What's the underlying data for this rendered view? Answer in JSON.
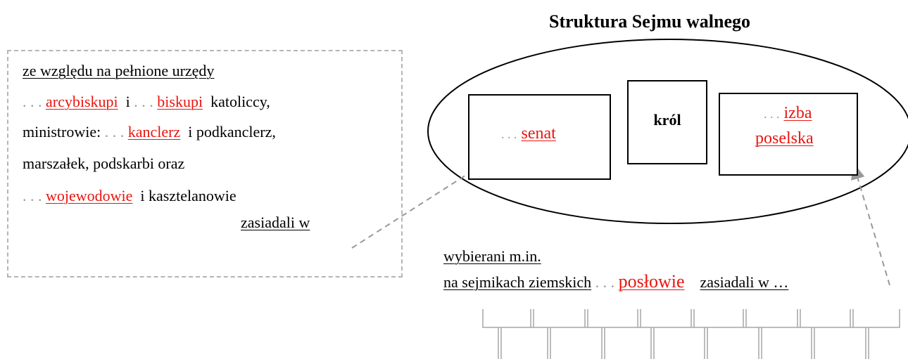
{
  "title": "Struktura Sejmu walnego",
  "left_box": {
    "heading": "ze względu na pełnione urzędy",
    "line1": {
      "dots1": ". . .",
      "answer1": "arcybiskupi",
      "mid": "i",
      "dots2": ". . .",
      "answer2": "biskupi",
      "tail": "katoliccy,"
    },
    "line2": {
      "head": "ministrowie:",
      "dots": ". . .",
      "answer": "kanclerz",
      "tail": "i podkanclerz,"
    },
    "line3": "marszałek, podskarbi oraz",
    "line4": {
      "dots": ". . .",
      "answer": "wojewodowie",
      "tail": "i kasztelanowie"
    },
    "line5": "zasiadali w"
  },
  "diagram": {
    "krol": "król",
    "senat": {
      "dots": ". . .",
      "answer": "senat"
    },
    "izba": {
      "dots": ". . .",
      "answer1": "izba",
      "answer2": "poselska"
    }
  },
  "bottom": {
    "line1": "wybierani m.in.",
    "line2": "na sejmikach ziemskich",
    "dots": ". . .",
    "answer": "posłowie",
    "tail": "zasiadali w …"
  },
  "colors": {
    "answer": "#e8150f",
    "dots": "#9a9a9a",
    "dashed": "#b5b5b5"
  }
}
